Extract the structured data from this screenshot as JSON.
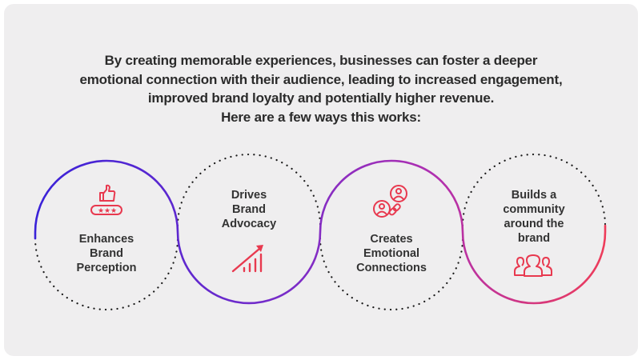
{
  "intro": {
    "lines": [
      "By creating memorable experiences, businesses can foster a deeper",
      "emotional connection with their audience, leading to increased engagement,",
      "improved brand loyalty and potentially higher revenue.",
      "Here are a few ways this works:"
    ]
  },
  "steps": [
    {
      "label_lines": [
        "Enhances",
        "Brand",
        "Perception"
      ],
      "icon": "thumbs-up-rating-icon"
    },
    {
      "label_lines": [
        "Drives",
        "Brand",
        "Advocacy"
      ],
      "icon": "growth-chart-icon"
    },
    {
      "label_lines": [
        "Creates",
        "Emotional",
        "Connections"
      ],
      "icon": "linked-users-icon"
    },
    {
      "label_lines": [
        "Builds a",
        "community",
        "around the",
        "brand"
      ],
      "icon": "community-group-icon"
    }
  ],
  "colors": {
    "background": "#efeeef",
    "text": "#2b2b2b",
    "icon": "#e8394f",
    "gradient_start": "#3a22d8",
    "gradient_mid": "#9b2fc0",
    "gradient_end": "#ee3c5a",
    "dots": "#1a1a1a"
  }
}
